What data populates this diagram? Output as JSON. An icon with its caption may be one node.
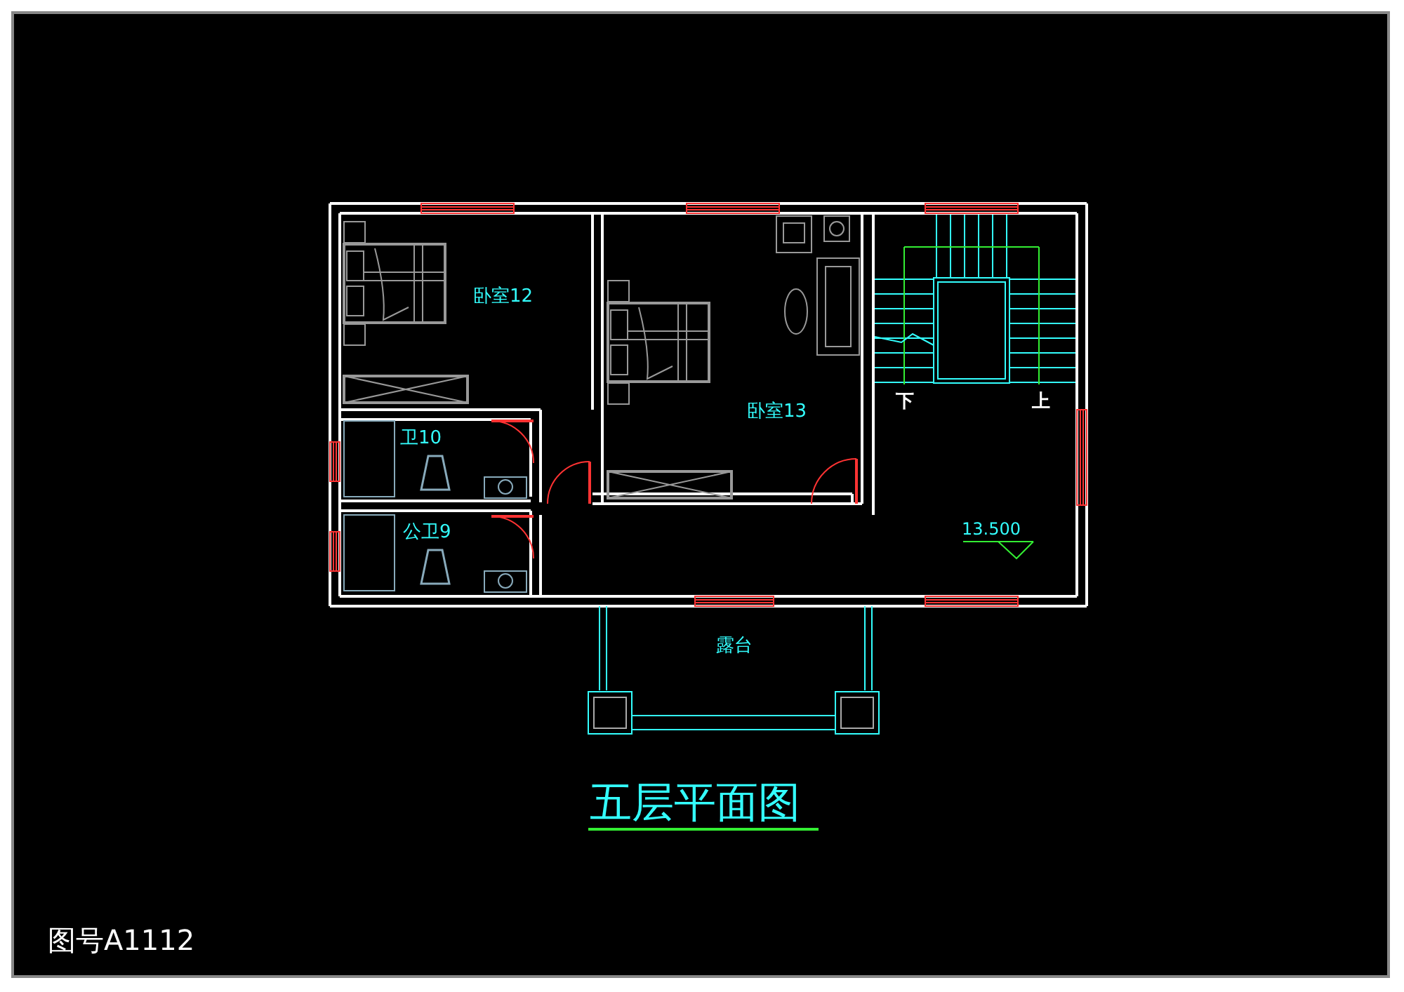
{
  "diagram": {
    "title": "五层平面图",
    "nodes": [
      {
        "text": [
          "卧室12"
        ]
      },
      {
        "text": [
          "卧室13"
        ]
      },
      {
        "text": [
          "卫10"
        ]
      },
      {
        "text": [
          "公卫9"
        ]
      },
      {
        "text": [
          "露台"
        ]
      }
    ],
    "labels": [
      "下",
      "上",
      "13.500",
      "图号A1112"
    ]
  }
}
